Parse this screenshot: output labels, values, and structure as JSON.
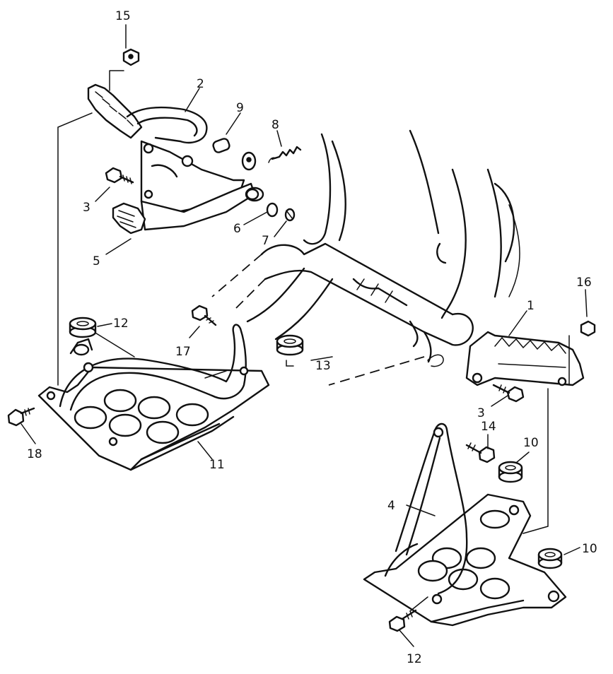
{
  "diagram": {
    "callouts": [
      "1",
      "2",
      "3",
      "3",
      "4",
      "5",
      "6",
      "7",
      "8",
      "9",
      "10",
      "10",
      "11",
      "12",
      "12",
      "13",
      "14",
      "15",
      "16",
      "17",
      "18"
    ],
    "parts": [
      {
        "id": "frame",
        "icon": "frame-tube"
      },
      {
        "id": "left-footpeg-bracket",
        "icon": "footpeg"
      },
      {
        "id": "right-footpeg",
        "icon": "footpeg"
      },
      {
        "id": "brake-pedal",
        "icon": "pedal"
      },
      {
        "id": "left-footguard",
        "icon": "footguard"
      },
      {
        "id": "right-footguard",
        "icon": "footguard"
      }
    ]
  }
}
